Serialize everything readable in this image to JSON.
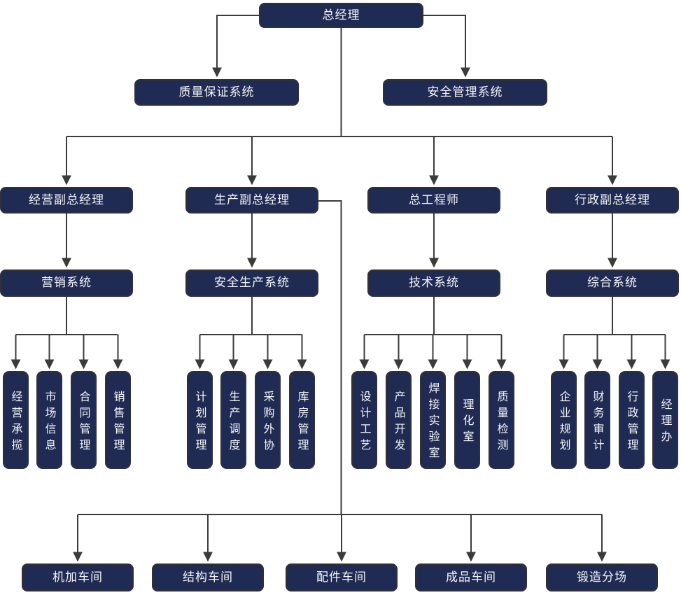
{
  "org": {
    "root": "总经理",
    "staff_systems": [
      "质量保证系统",
      "安全管理系统"
    ],
    "branches": [
      {
        "head": "经营副总经理",
        "system": "营销系统",
        "departments": [
          "经营承揽",
          "市场信息",
          "合同管理",
          "销售管理"
        ]
      },
      {
        "head": "生产副总经理",
        "system": "安全生产系统",
        "departments": [
          "计划管理",
          "生产调度",
          "采购外协",
          "库房管理"
        ]
      },
      {
        "head": "总工程师",
        "system": "技术系统",
        "departments": [
          "设计工艺",
          "产品开发",
          "焊接实验室",
          "理化室",
          "质量检测"
        ]
      },
      {
        "head": "行政副总经理",
        "system": "综合系统",
        "departments": [
          "企业规划",
          "财务审计",
          "行政管理",
          "经理办"
        ]
      }
    ],
    "workshops": [
      "机加车间",
      "结构车间",
      "配件车间",
      "成品车间",
      "锻造分场"
    ]
  },
  "colors": {
    "node_fill": "#202b53",
    "node_border": "#2f3039",
    "connector": "#3b3b3b",
    "text": "#f4f6f9",
    "background": "#ffffff"
  }
}
